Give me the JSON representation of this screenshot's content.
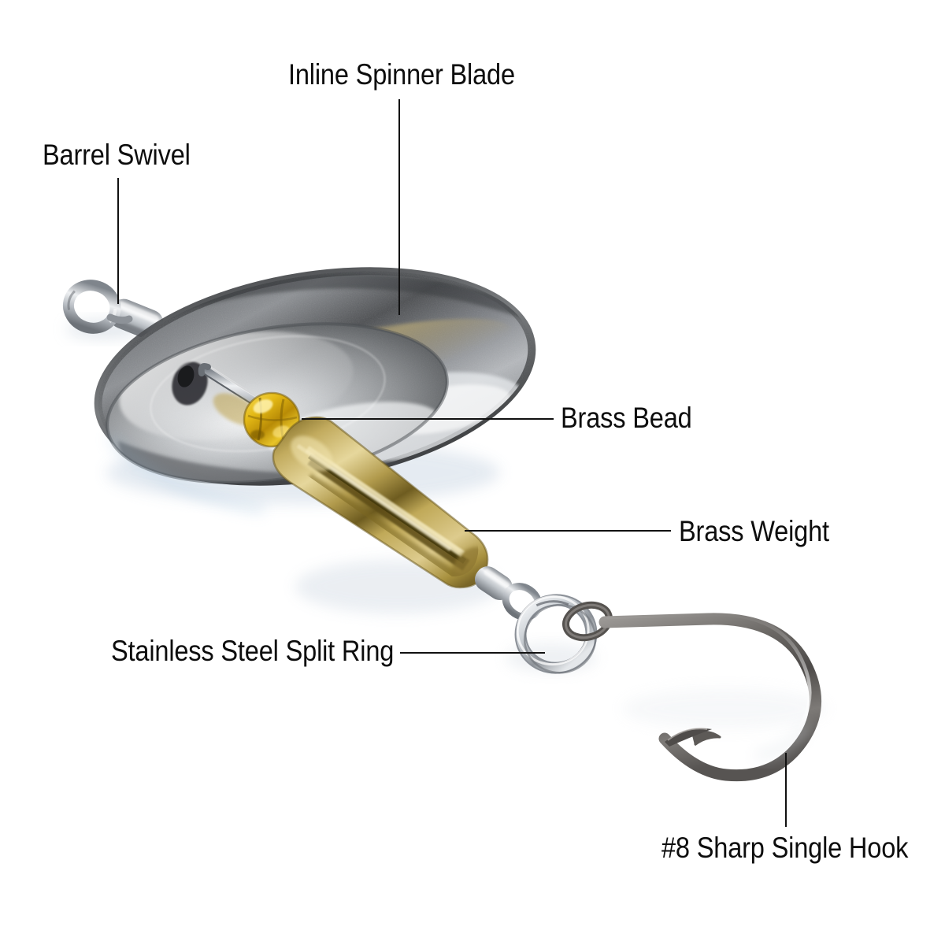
{
  "diagram": {
    "subject": "Inline spinner fishing lure exploded parts callout",
    "background_color": "#ffffff",
    "label_color": "#0d0d0d",
    "leader_line_color": "#111111"
  },
  "labels": [
    {
      "id": "barrel-swivel",
      "text": "Barrel Swivel"
    },
    {
      "id": "inline-blade",
      "text": "Inline Spinner Blade"
    },
    {
      "id": "brass-bead",
      "text": "Brass Bead"
    },
    {
      "id": "brass-weight",
      "text": "Brass Weight"
    },
    {
      "id": "split-ring",
      "text": "Stainless Steel Split Ring"
    },
    {
      "id": "single-hook",
      "text": "#8 Sharp Single Hook"
    }
  ],
  "parts": {
    "barrel_swivel": {
      "name": "Barrel Swivel",
      "material": "nickel",
      "color": "#c9ccd1"
    },
    "spinner_blade": {
      "name": "Inline Spinner Blade",
      "material": "polished steel",
      "color": "#8d9095"
    },
    "brass_bead": {
      "name": "Brass Bead",
      "material": "brass",
      "color": "#e8b91c"
    },
    "brass_weight": {
      "name": "Brass Weight",
      "material": "brass",
      "color": "#c8b062"
    },
    "split_ring": {
      "name": "Stainless Steel Split Ring",
      "material": "stainless steel",
      "color": "#d5d8dc"
    },
    "single_hook": {
      "name": "#8 Sharp Single Hook",
      "material": "black nickel",
      "color": "#6c6a68",
      "size": "#8"
    }
  }
}
